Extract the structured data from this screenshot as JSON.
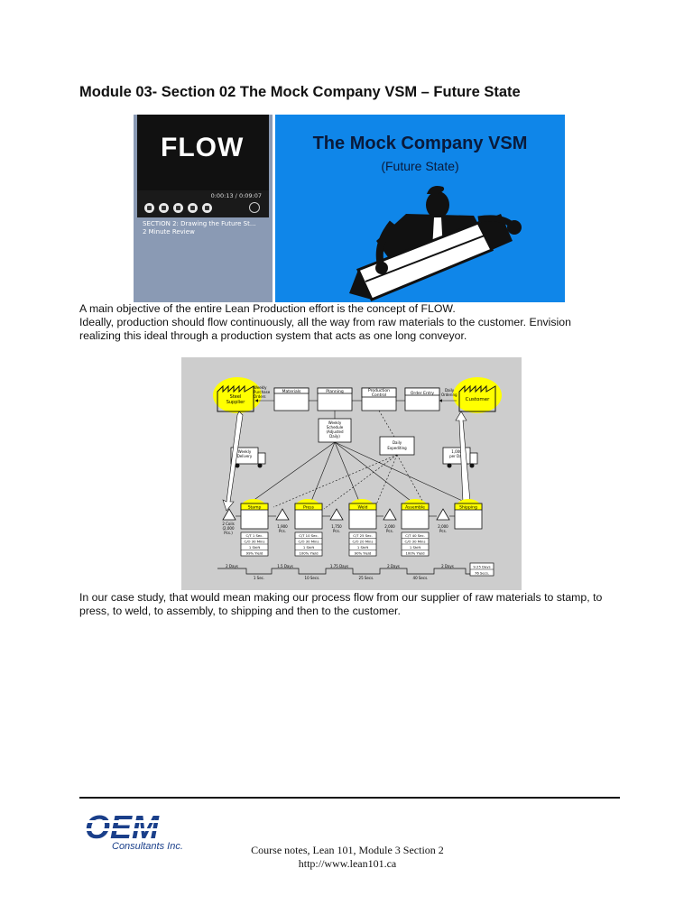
{
  "heading": "Module 03- Section 02  The Mock Company VSM – Future State",
  "video": {
    "screen_text": "FLOW",
    "time": "0:00:13 / 0:09:07",
    "section_label": "SECTION 2: Drawing the Future St...",
    "section_sub": "2 Minute Review"
  },
  "slide": {
    "title": "The Mock Company VSM",
    "subtitle": "(Future State)"
  },
  "paragraphs": {
    "p1": "A main objective of the entire Lean Production effort is the concept of FLOW.",
    "p2": "Ideally, production should flow continuously, all the way from raw materials to the customer.  Envision",
    "p3": "realizing this ideal through a production system that acts as one long conveyor.",
    "p4": "In our case study, that would mean making our process flow from our supplier of raw materials  to stamp, to",
    "p5": "press, to weld, to assembly, to shipping and then to the customer."
  },
  "vsm": {
    "supplier": [
      "Steel",
      "Supplier"
    ],
    "customer": "Customer",
    "materials": "Materials",
    "planning": "Planning",
    "production_control": [
      "Production",
      "Control"
    ],
    "order_entry": "Order Entry",
    "weekly_purchase": [
      "Weekly",
      "Purchase",
      "Orders"
    ],
    "daily_ordering": [
      "Daily",
      "Ordering"
    ],
    "weekly_schedule": [
      "Weekly",
      "Schedule",
      "(Adjusted",
      "Daily)"
    ],
    "daily_expediting": [
      "Daily",
      "Expediting"
    ],
    "weekly_delivery": [
      "Weekly",
      "Delivery"
    ],
    "per_day": [
      "1,000",
      "per Day"
    ],
    "processes": [
      "Stamp",
      "Press",
      "Weld",
      "Assemble",
      "Shipping"
    ],
    "inventory": {
      "raw": [
        "2 Coils",
        "(2,000",
        "Pcs.)"
      ],
      "i1": [
        "1,900",
        "Pcs."
      ],
      "i2": [
        "1,750",
        "Pcs."
      ],
      "i3": [
        "2,000",
        "Pcs."
      ],
      "i4": [
        "2,000",
        "Pcs."
      ]
    },
    "data_boxes": [
      [
        "C/T 1 Sec.",
        "C/O 30 Mins",
        "1 Shift",
        "99% Yield"
      ],
      [
        "C/T 10 Sec.",
        "C/O 30 Mins",
        "1 Shift",
        "100% Yield"
      ],
      [
        "C/T 25 Sec.",
        "C/O 20 Mins",
        "1 Shift",
        "90% Yield"
      ],
      [
        "C/T 40 Sec.",
        "C/O 30 Mins",
        "1 Shift",
        "100% Yield"
      ]
    ],
    "timeline_days": [
      "2 Days",
      "1.5 Days",
      "1.75 Days",
      "2 Days",
      "2 Days"
    ],
    "timeline_secs": [
      "1 Sec.",
      "10 Secs.",
      "25 Secs.",
      "40 Secs."
    ],
    "totals": [
      "9.25 Days",
      "76 Secs."
    ]
  },
  "footer": {
    "logo_text": "OEM",
    "logo_sub": "Consultants Inc.",
    "line1": "Course notes, Lean 101, Module 3 Section 2",
    "line2": "http://www.lean101.ca"
  },
  "colors": {
    "slide_blue": "#0f86e9",
    "highlight_yellow": "#ffff00",
    "logo_blue": "#1a3f8a"
  }
}
